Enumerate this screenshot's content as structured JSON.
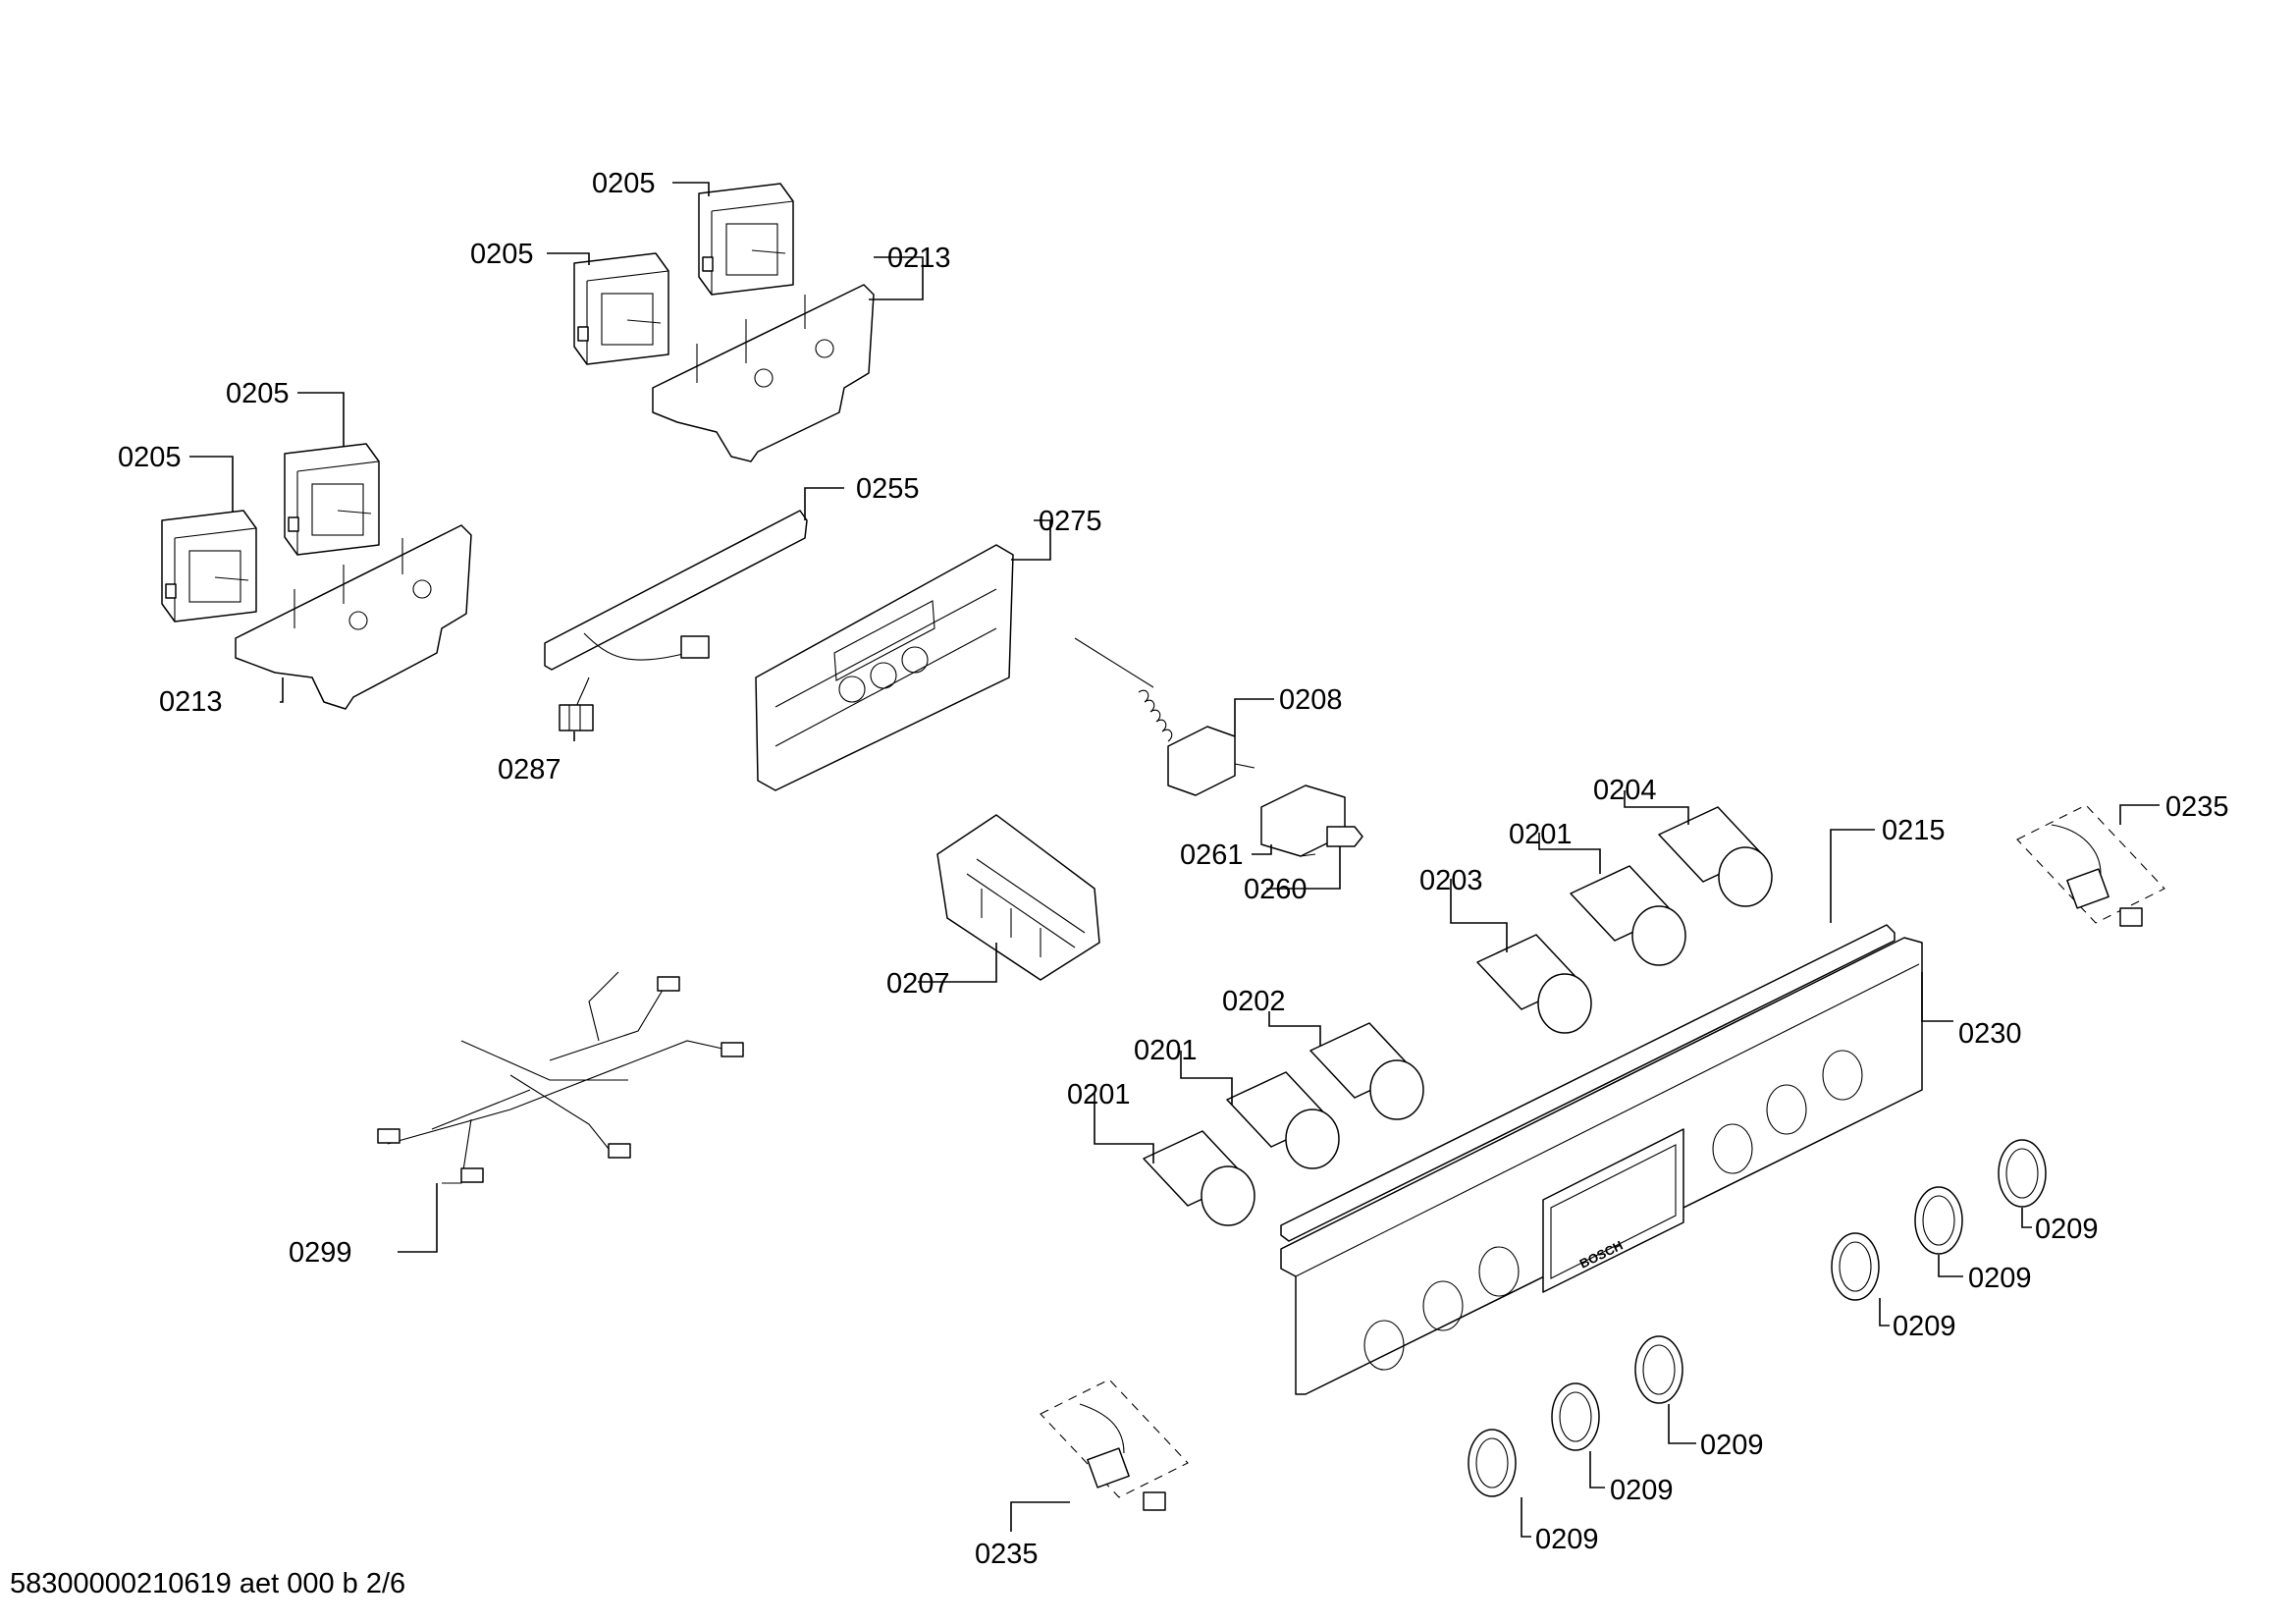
{
  "footer_text": "58300000210619 aet 000 b 2/6",
  "panel_logo": "BOSCH",
  "labels": [
    "0205",
    "0205",
    "0213",
    "0205",
    "0205",
    "0213",
    "0255",
    "0287",
    "0275",
    "0208",
    "0261",
    "0260",
    "0204",
    "0201",
    "0203",
    "0215",
    "0235",
    "0207",
    "0202",
    "0201",
    "0201",
    "0230",
    "0299",
    "0209",
    "0209",
    "0209",
    "0209",
    "0209",
    "0209",
    "0235"
  ]
}
